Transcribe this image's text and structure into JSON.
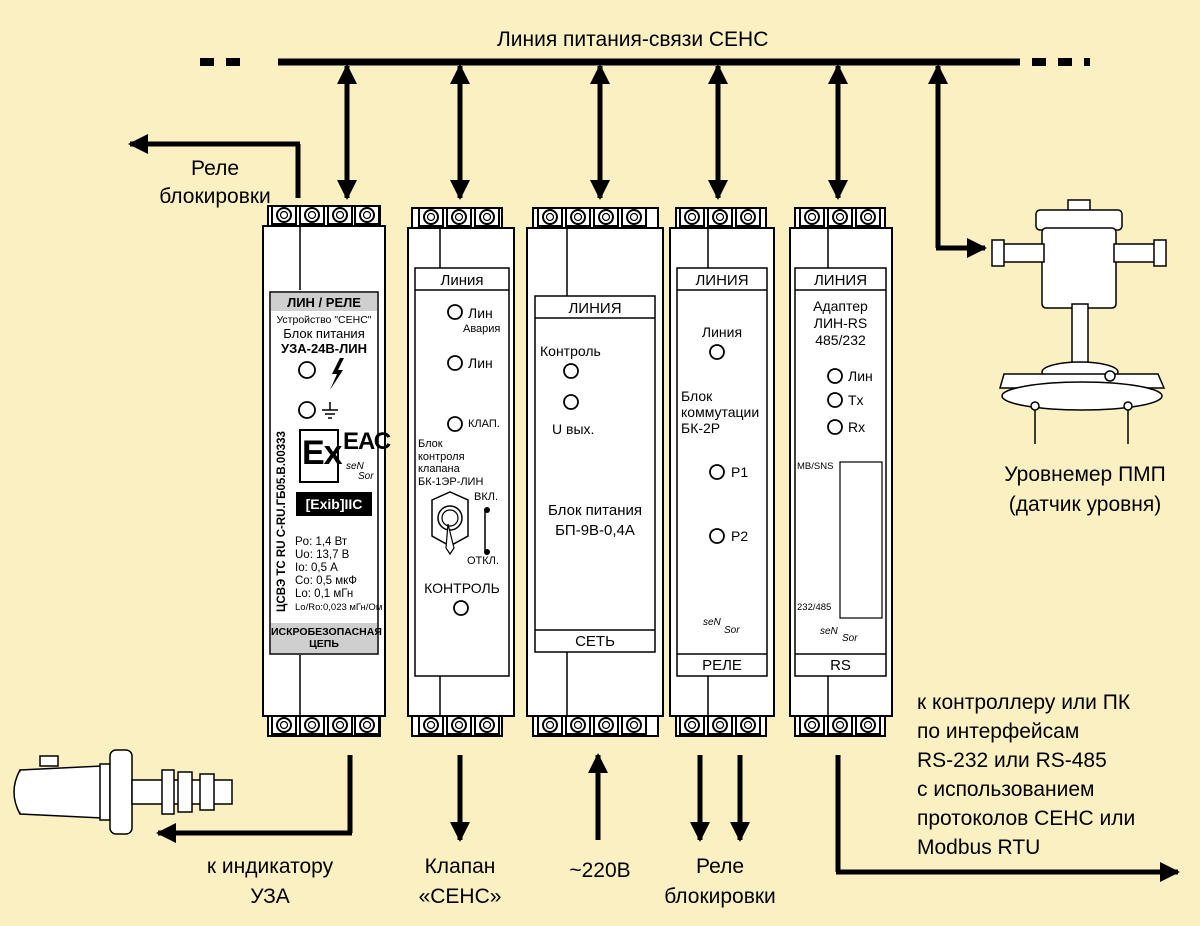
{
  "bus_label": "Линия питания-связи СЕНС",
  "relay_top": [
    "Реле",
    "блокировки"
  ],
  "sensor_label": [
    "Уровнемер ПМП",
    "(датчик уровня)"
  ],
  "bottom_labels": {
    "indicator": [
      "к индикатору",
      "УЗА"
    ],
    "valve": [
      "Клапан",
      "«СЕНС»"
    ],
    "power": "~220В",
    "relay": [
      "Реле",
      "блокировки"
    ]
  },
  "controller_note": [
    "к контроллеру или ПК",
    "по интерфейсам",
    "RS-232 или RS-485",
    "с использованием",
    "протоколов СЕНС или",
    "Modbus RTU"
  ],
  "module1": {
    "header": "ЛИН / РЕЛЕ",
    "device": "Устройство \"СЕНС\"",
    "type": "Блок питания",
    "model": "УЗА-24В-ЛИН",
    "ex": "Ex",
    "eac": "ЕАС",
    "exib": "[Exib]IIC",
    "cert": "ЦСВЭ ТС RU C-RU.ГБ05.В.00333",
    "params": [
      "Po: 1,4 Вт",
      "Uo: 13,7 В",
      "Io:   0,5 А",
      "Co: 0,5 мкФ",
      "Lo:   0,1 мГн",
      "Lo/Ro:0,023 мГн/Ом"
    ],
    "footer": [
      "ИСКРОБЕЗОПАСНАЯ",
      "ЦЕПЬ"
    ]
  },
  "module2": {
    "header": "Линия",
    "led1": "Лин",
    "led1_sub": "Авария",
    "led2": "Лин",
    "led3": "КЛАП.",
    "desc": [
      "Блок",
      "контроля",
      "клапана",
      "БК-1ЭР-ЛИН"
    ],
    "on": "ВКЛ.",
    "off": "ОТКЛ.",
    "control": "КОНТРОЛЬ"
  },
  "module3": {
    "header": "ЛИНИЯ",
    "led1": "Контроль",
    "led2": "U вых.",
    "desc": [
      "Блок питания",
      "БП-9В-0,4А"
    ],
    "footer": "СЕТЬ"
  },
  "module4": {
    "header": "ЛИНИЯ",
    "led1": "Линия",
    "desc": [
      "Блок",
      "коммутации",
      "БК-2Р"
    ],
    "p1": "Р1",
    "p2": "Р2",
    "footer": "РЕЛЕ"
  },
  "module5": {
    "header": "ЛИНИЯ",
    "desc": [
      "Адаптер",
      "ЛИН-RS",
      "485/232"
    ],
    "lin": "Лин",
    "tx": "Tx",
    "rx": "Rx",
    "mb": "MB/SNS",
    "rs": "232/485",
    "footer": "RS"
  },
  "logo": [
    "seN",
    "Sor"
  ]
}
